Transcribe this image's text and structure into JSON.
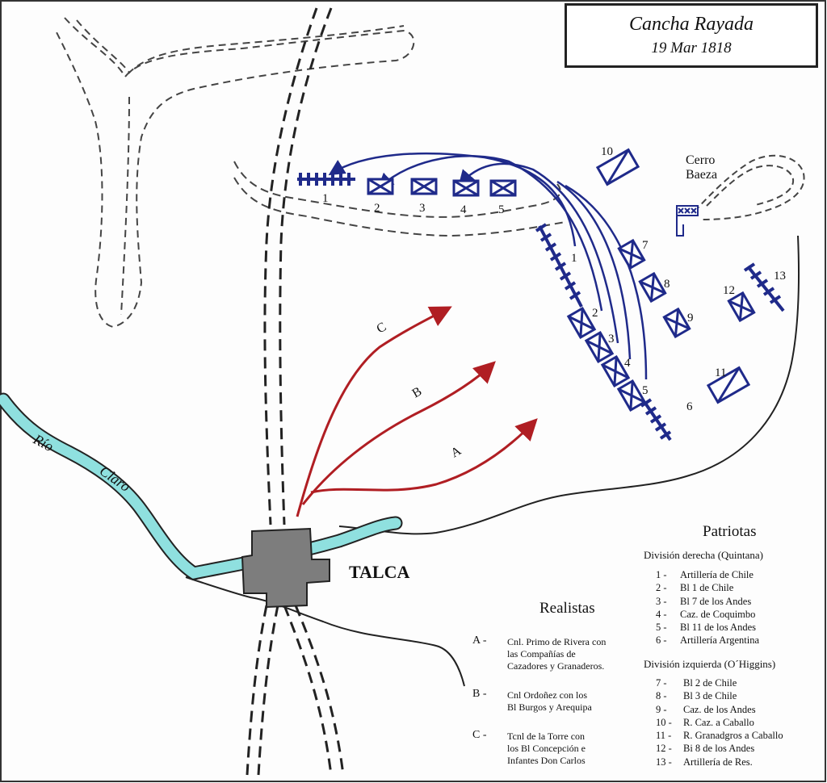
{
  "title": {
    "battle": "Cancha Rayada",
    "date": "19 Mar 1818"
  },
  "colors": {
    "patriot": "#1f2a8a",
    "royalist": "#b01e23",
    "river": "#8fe0df",
    "town": "#7d7d7d",
    "ink": "#111111"
  },
  "places": {
    "town": "TALCA",
    "river_word1": "Río",
    "river_word2": "Claro",
    "hill_line1": "Cerro",
    "hill_line2": "Baeza"
  },
  "royalist_arrows": [
    "A",
    "B",
    "C"
  ],
  "patriot_unit_numbers": {
    "n1a": "1",
    "n2a": "2",
    "n3a": "3",
    "n4a": "4",
    "n5a": "5",
    "n1b": "1",
    "n2b": "2",
    "n3b": "3",
    "n4b": "4",
    "n5b": "5",
    "n6": "6",
    "n7": "7",
    "n8": "8",
    "n9": "9",
    "n10": "10",
    "n11": "11",
    "n12": "12",
    "n13": "13"
  },
  "legend": {
    "realistas": {
      "heading": "Realistas",
      "items": [
        {
          "key": "A -",
          "lines": [
            "Cnl. Primo de Rivera con",
            "las Compañías de",
            "Cazadores y Granaderos."
          ]
        },
        {
          "key": "B -",
          "lines": [
            "Cnl Ordoñez con los",
            "Bl Burgos y Arequipa"
          ]
        },
        {
          "key": "C -",
          "lines": [
            "Tcnl de la Torre con",
            "los Bl Concepción e",
            "Infantes Don Carlos"
          ]
        }
      ]
    },
    "patriotas": {
      "heading": "Patriotas",
      "division_derecha": "División derecha (Quintana)",
      "derecha_items": [
        {
          "key": "1 -",
          "text": "Artillería de Chile"
        },
        {
          "key": "2 -",
          "text": "Bl 1 de Chile"
        },
        {
          "key": "3 -",
          "text": "Bl 7 de los Andes"
        },
        {
          "key": "4 -",
          "text": "Caz. de Coquimbo"
        },
        {
          "key": "5 -",
          "text": "Bl 11 de los Andes"
        },
        {
          "key": "6 -",
          "text": "Artillería Argentina"
        }
      ],
      "division_izquierda": "División izquierda (O´Higgins)",
      "izquierda_items": [
        {
          "key": "7 -",
          "text": "Bl 2 de Chile"
        },
        {
          "key": "8 -",
          "text": "Bl 3 de Chile"
        },
        {
          "key": "9 -",
          "text": "Caz. de los Andes"
        },
        {
          "key": "10 -",
          "text": "R. Caz. a Caballo"
        },
        {
          "key": "11 -",
          "text": "R. Granadgros a Caballo"
        },
        {
          "key": "12 -",
          "text": "Bi 8 de los Andes"
        },
        {
          "key": "13 -",
          "text": "Artillería de Res."
        }
      ]
    }
  }
}
